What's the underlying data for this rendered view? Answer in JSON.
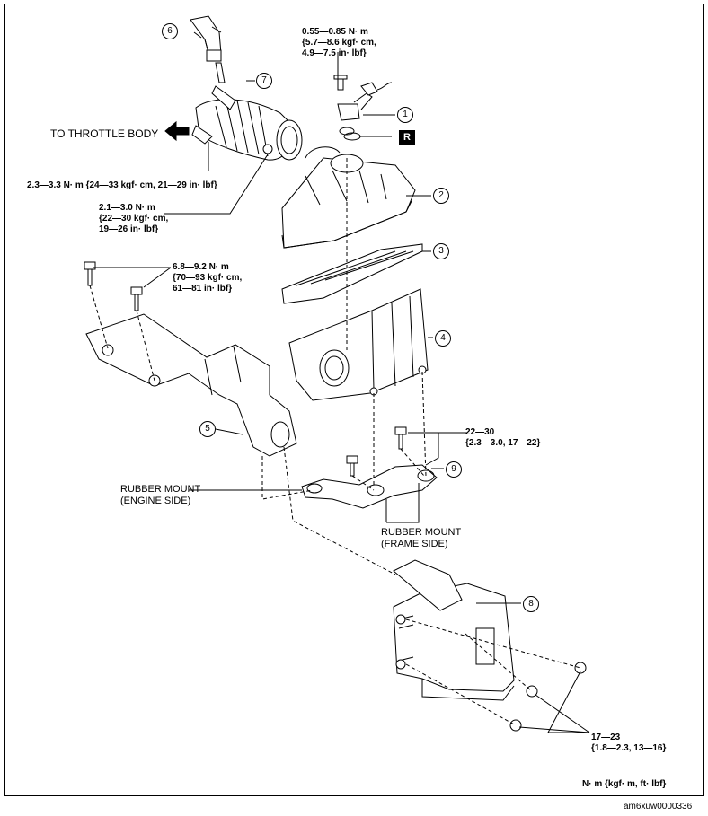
{
  "torques": {
    "t1": [
      "0.55—0.85  N· m",
      "{5.7—8.6  kgf· cm,",
      "4.9—7.5  in· lbf}"
    ],
    "t2": "2.3—3.3  N· m  {24—33  kgf· cm,  21—29  in· lbf}",
    "t3": [
      "2.1—3.0  N· m",
      "{22—30  kgf· cm,",
      "19—26  in· lbf}"
    ],
    "t4": [
      "6.8—9.2  N· m",
      "{70—93  kgf· cm,",
      "61—81  in· lbf}"
    ],
    "t5": [
      "22—30",
      "{2.3—3.0,  17—22}"
    ],
    "t6": [
      "17—23",
      "{1.8—2.3,  13—16}"
    ]
  },
  "labels": {
    "throttle": "TO THROTTLE BODY",
    "rubber_engine": [
      "RUBBER MOUNT",
      "(ENGINE SIDE)"
    ],
    "rubber_frame": [
      "RUBBER MOUNT",
      "(FRAME SIDE)"
    ],
    "units": "N· m  {kgf· m,  ft· lbf}",
    "image_id": "am6xuw0000336",
    "replace_mark": "R"
  },
  "callouts": {
    "c1": "1",
    "c2": "2",
    "c3": "3",
    "c4": "4",
    "c5": "5",
    "c6": "6",
    "c7": "7",
    "c8": "8",
    "c9": "9"
  }
}
